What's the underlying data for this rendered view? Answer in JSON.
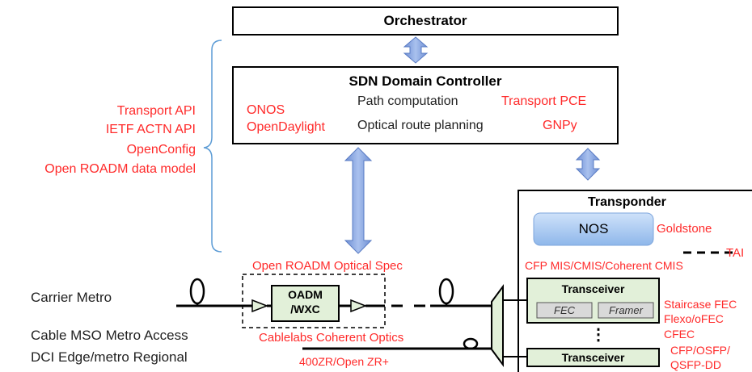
{
  "orchestrator": {
    "title": "Orchestrator"
  },
  "sdn": {
    "title": "SDN Domain Controller",
    "onos": "ONOS",
    "opendaylight": "OpenDaylight",
    "path_computation": "Path computation",
    "optical_route_planning": "Optical route planning",
    "transport_pce": "Transport PCE",
    "gnpy": "GNPy"
  },
  "apis": [
    "Transport API",
    "IETF ACTN API",
    "OpenConfig",
    "Open ROADM data model"
  ],
  "transponder": {
    "title": "Transponder",
    "nos": "NOS",
    "goldstone": "Goldstone",
    "tai": "TAI",
    "cmis": "CFP MIS/CMIS/Coherent CMIS",
    "transceiver_1": "Transceiver",
    "fec": "FEC",
    "framer": "Framer",
    "fec_types": [
      "Staircase FEC",
      "Flexo/oFEC",
      "CFEC"
    ],
    "dots": "⋮",
    "transceiver_2": "Transceiver",
    "form_factors": [
      "CFP/OSFP/",
      "QSFP-DD"
    ]
  },
  "network": {
    "open_roadm_spec": "Open ROADM Optical Spec",
    "oadm": [
      "OADM",
      "/WXC"
    ],
    "cablelabs": "Cablelabs Coherent Optics",
    "zr": "400ZR/Open ZR+",
    "carrier_metro": "Carrier Metro",
    "cable_mso": "Cable MSO Metro Access",
    "dci": "DCI Edge/metro Regional"
  },
  "colors": {
    "red_text": "#ff2a2a",
    "arrow_blue": "#7f9fdc",
    "brace_blue": "#5b9bd5",
    "nos_fill": "#9dc3f0",
    "transceiver_fill": "#e2f0d9",
    "mux_fill": "#e2f0d9"
  }
}
